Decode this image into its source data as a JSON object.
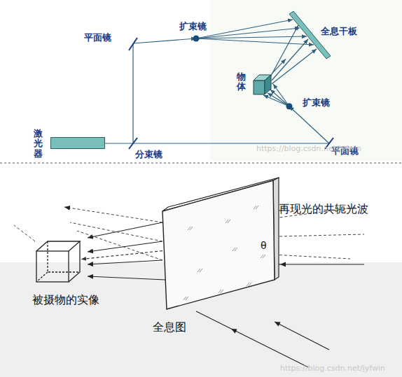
{
  "diagram": {
    "nodes": [
      {
        "text": [
          "激光器"
        ]
      },
      {
        "text": [
          "物体"
        ]
      },
      {
        "text": [
          "全息干板"
        ]
      },
      {
        "text": [
          "被摄物的实像"
        ]
      },
      {
        "text": [
          "全息图"
        ]
      }
    ],
    "edges": [
      {
        "from": 1,
        "to": 2,
        "arrow": "to"
      },
      {
        "from": 4,
        "to": 3,
        "arrow": "to"
      }
    ],
    "labels": [
      "平面镜",
      "扩束镜",
      "扩束镜",
      "分束镜",
      "平面镜",
      "https://blog.csdn.net/jyfwin",
      "https://blog.csdn.net/jyfwin",
      "再现光的共轭光波",
      "θ"
    ]
  }
}
